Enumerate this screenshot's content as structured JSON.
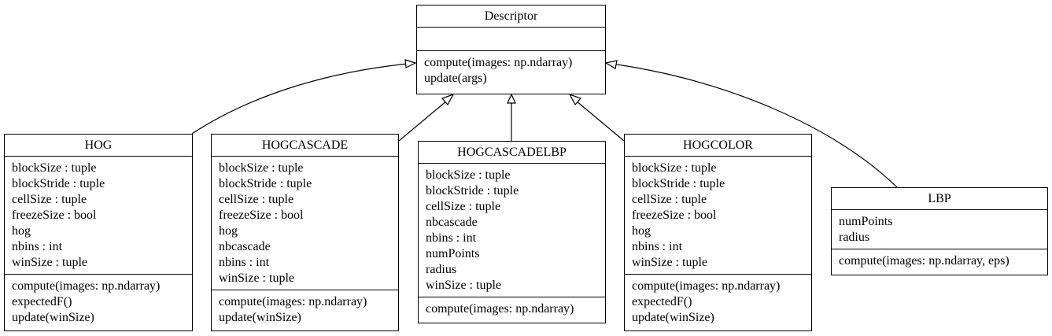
{
  "classes": [
    {
      "id": "descriptor",
      "name": "Descriptor",
      "attributes": [],
      "methods": [
        "compute(images: np.ndarray)",
        "update(args)"
      ]
    },
    {
      "id": "hog",
      "name": "HOG",
      "attributes": [
        "blockSize : tuple",
        "blockStride : tuple",
        "cellSize : tuple",
        "freezeSize : bool",
        "hog",
        "nbins : int",
        "winSize : tuple"
      ],
      "methods": [
        "compute(images: np.ndarray)",
        "expectedF()",
        "update(winSize)"
      ]
    },
    {
      "id": "hogcascade",
      "name": "HOGCASCADE",
      "attributes": [
        "blockSize : tuple",
        "blockStride : tuple",
        "cellSize : tuple",
        "freezeSize : bool",
        "hog",
        "nbcascade",
        "nbins : int",
        "winSize : tuple"
      ],
      "methods": [
        "compute(images: np.ndarray)",
        "update(winSize)"
      ]
    },
    {
      "id": "hogcascadelbp",
      "name": "HOGCASCADELBP",
      "attributes": [
        "blockSize : tuple",
        "blockStride : tuple",
        "cellSize : tuple",
        "nbcascade",
        "nbins : int",
        "numPoints",
        "radius",
        "winSize : tuple"
      ],
      "methods": [
        "compute(images: np.ndarray)"
      ]
    },
    {
      "id": "hogcolor",
      "name": "HOGCOLOR",
      "attributes": [
        "blockSize : tuple",
        "blockStride : tuple",
        "cellSize : tuple",
        "freezeSize : bool",
        "hog",
        "nbins : int",
        "winSize : tuple"
      ],
      "methods": [
        "compute(images: np.ndarray)",
        "expectedF()",
        "update(winSize)"
      ]
    },
    {
      "id": "lbp",
      "name": "LBP",
      "attributes": [
        "numPoints",
        "radius"
      ],
      "methods": [
        "compute(images: np.ndarray, eps)"
      ]
    }
  ],
  "inheritance": [
    {
      "child": "hog",
      "parent": "descriptor"
    },
    {
      "child": "hogcascade",
      "parent": "descriptor"
    },
    {
      "child": "hogcascadelbp",
      "parent": "descriptor"
    },
    {
      "child": "hogcolor",
      "parent": "descriptor"
    },
    {
      "child": "lbp",
      "parent": "descriptor"
    }
  ]
}
